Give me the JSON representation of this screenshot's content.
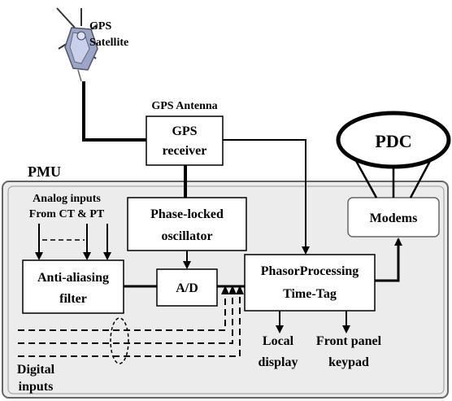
{
  "satellite": {
    "label_line1": "GPS",
    "label_line2": "Satellite",
    "icon": "satellite-icon"
  },
  "antenna": {
    "label": "GPS Antenna"
  },
  "gps_receiver": {
    "line1": "GPS",
    "line2": "receiver"
  },
  "pdc": {
    "label": "PDC"
  },
  "pmu": {
    "label": "PMU"
  },
  "modems": {
    "label": "Modems"
  },
  "analog_inputs": {
    "line1": "Analog inputs",
    "line2": "From CT & PT"
  },
  "anti_aliasing": {
    "line1": "Anti-aliasing",
    "line2": "filter"
  },
  "pll": {
    "line1": "Phase-locked",
    "line2": "oscillator"
  },
  "ad": {
    "label": "A/D"
  },
  "phasor": {
    "line1": "PhasorProcessing",
    "line2": "Time-Tag"
  },
  "local_display": {
    "line1": "Local",
    "line2": "display"
  },
  "front_panel": {
    "line1": "Front panel",
    "line2": "keypad"
  },
  "digital_inputs": {
    "line1": "Digital",
    "line2": "inputs"
  }
}
